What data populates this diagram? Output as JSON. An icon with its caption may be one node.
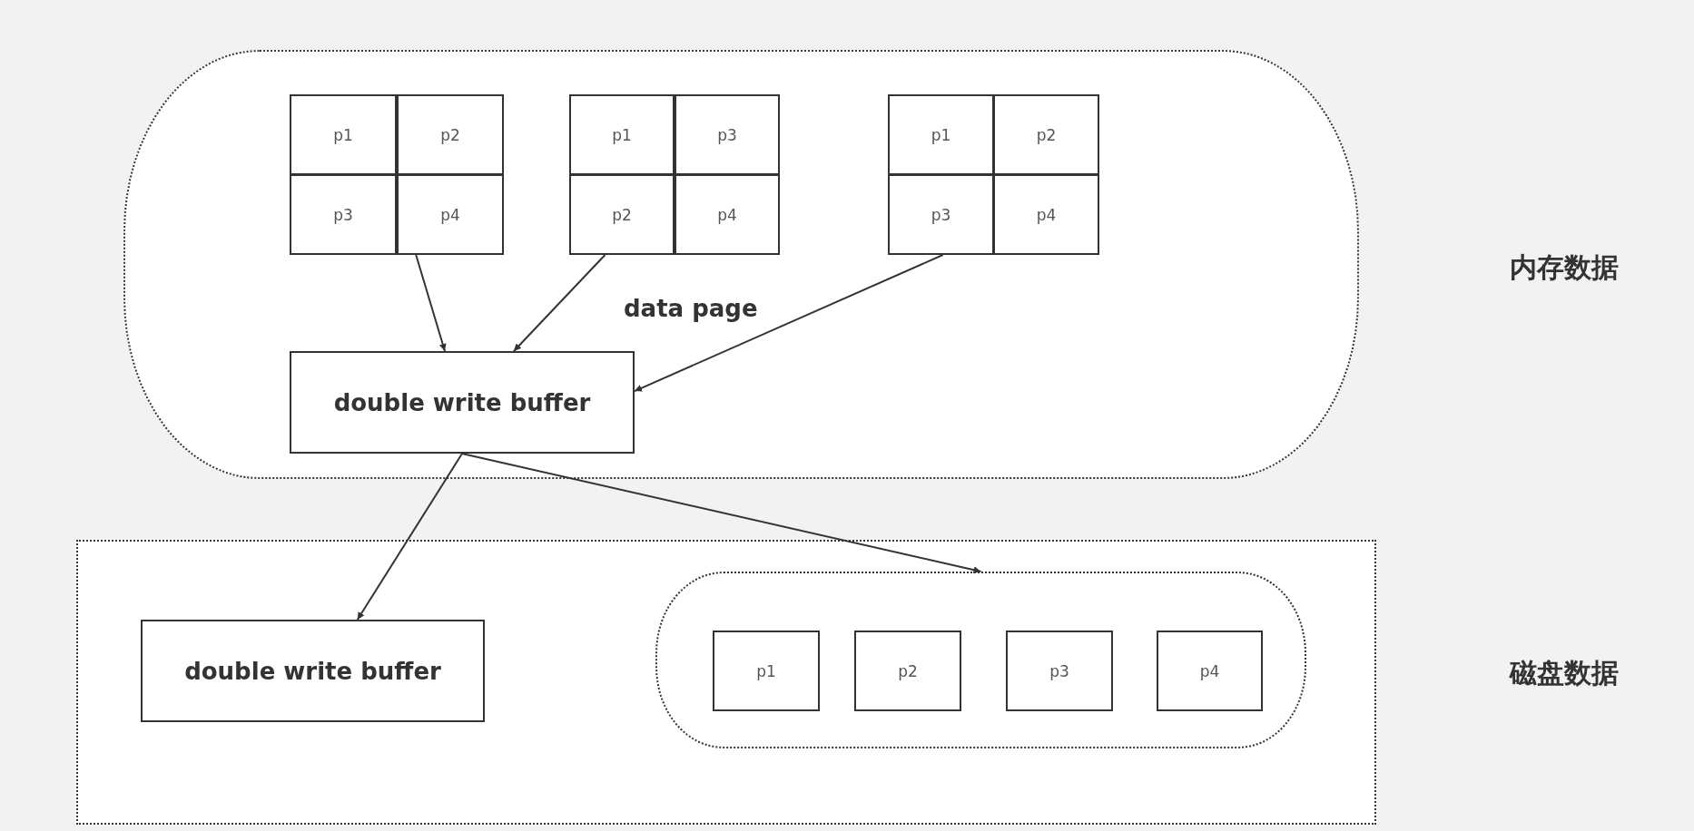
{
  "diagram": {
    "nodes": [
      {
        "text": [],
        "shape": "box"
      },
      {
        "text": [],
        "shape": "box",
        "in": 0
      },
      {
        "text": [
          "p1"
        ],
        "in": 1
      },
      {
        "text": [
          "p2"
        ],
        "in": 1
      },
      {
        "text": [
          "p3"
        ],
        "in": 1
      },
      {
        "text": [
          "p4"
        ],
        "in": 1
      },
      {
        "text": [],
        "shape": "box",
        "in": 0
      },
      {
        "text": [
          "p1"
        ],
        "in": 6
      },
      {
        "text": [
          "p3"
        ],
        "in": 6
      },
      {
        "text": [
          "p2"
        ],
        "in": 6
      },
      {
        "text": [
          "p4"
        ],
        "in": 6
      },
      {
        "text": [],
        "shape": "box",
        "in": 0
      },
      {
        "text": [
          "p1"
        ],
        "in": 11
      },
      {
        "text": [
          "p2"
        ],
        "in": 11
      },
      {
        "text": [
          "p3"
        ],
        "in": 11
      },
      {
        "text": [
          "p4"
        ],
        "in": 11
      },
      {
        "text": [
          "double write buffer"
        ],
        "in": 0
      },
      {
        "text": [],
        "shape": "box"
      },
      {
        "text": [
          "double write buffer"
        ],
        "in": 17
      },
      {
        "text": [],
        "shape": "box",
        "in": 17
      },
      {
        "text": [
          "p1"
        ],
        "in": 19
      },
      {
        "text": [
          "p2"
        ],
        "in": 19
      },
      {
        "text": [
          "p3"
        ],
        "in": 19
      },
      {
        "text": [
          "p4"
        ],
        "in": 19
      }
    ],
    "edges": [
      {
        "from": 1,
        "to": 16,
        "arrow": "to"
      },
      {
        "from": 6,
        "to": 16,
        "arrow": "to"
      },
      {
        "from": 11,
        "to": 16,
        "arrow": "to"
      },
      {
        "from": 16,
        "to": 18,
        "arrow": "to"
      },
      {
        "from": 16,
        "to": 19,
        "arrow": "to"
      }
    ],
    "labels": [
      "内存数据",
      "data page",
      "磁盘数据"
    ]
  }
}
